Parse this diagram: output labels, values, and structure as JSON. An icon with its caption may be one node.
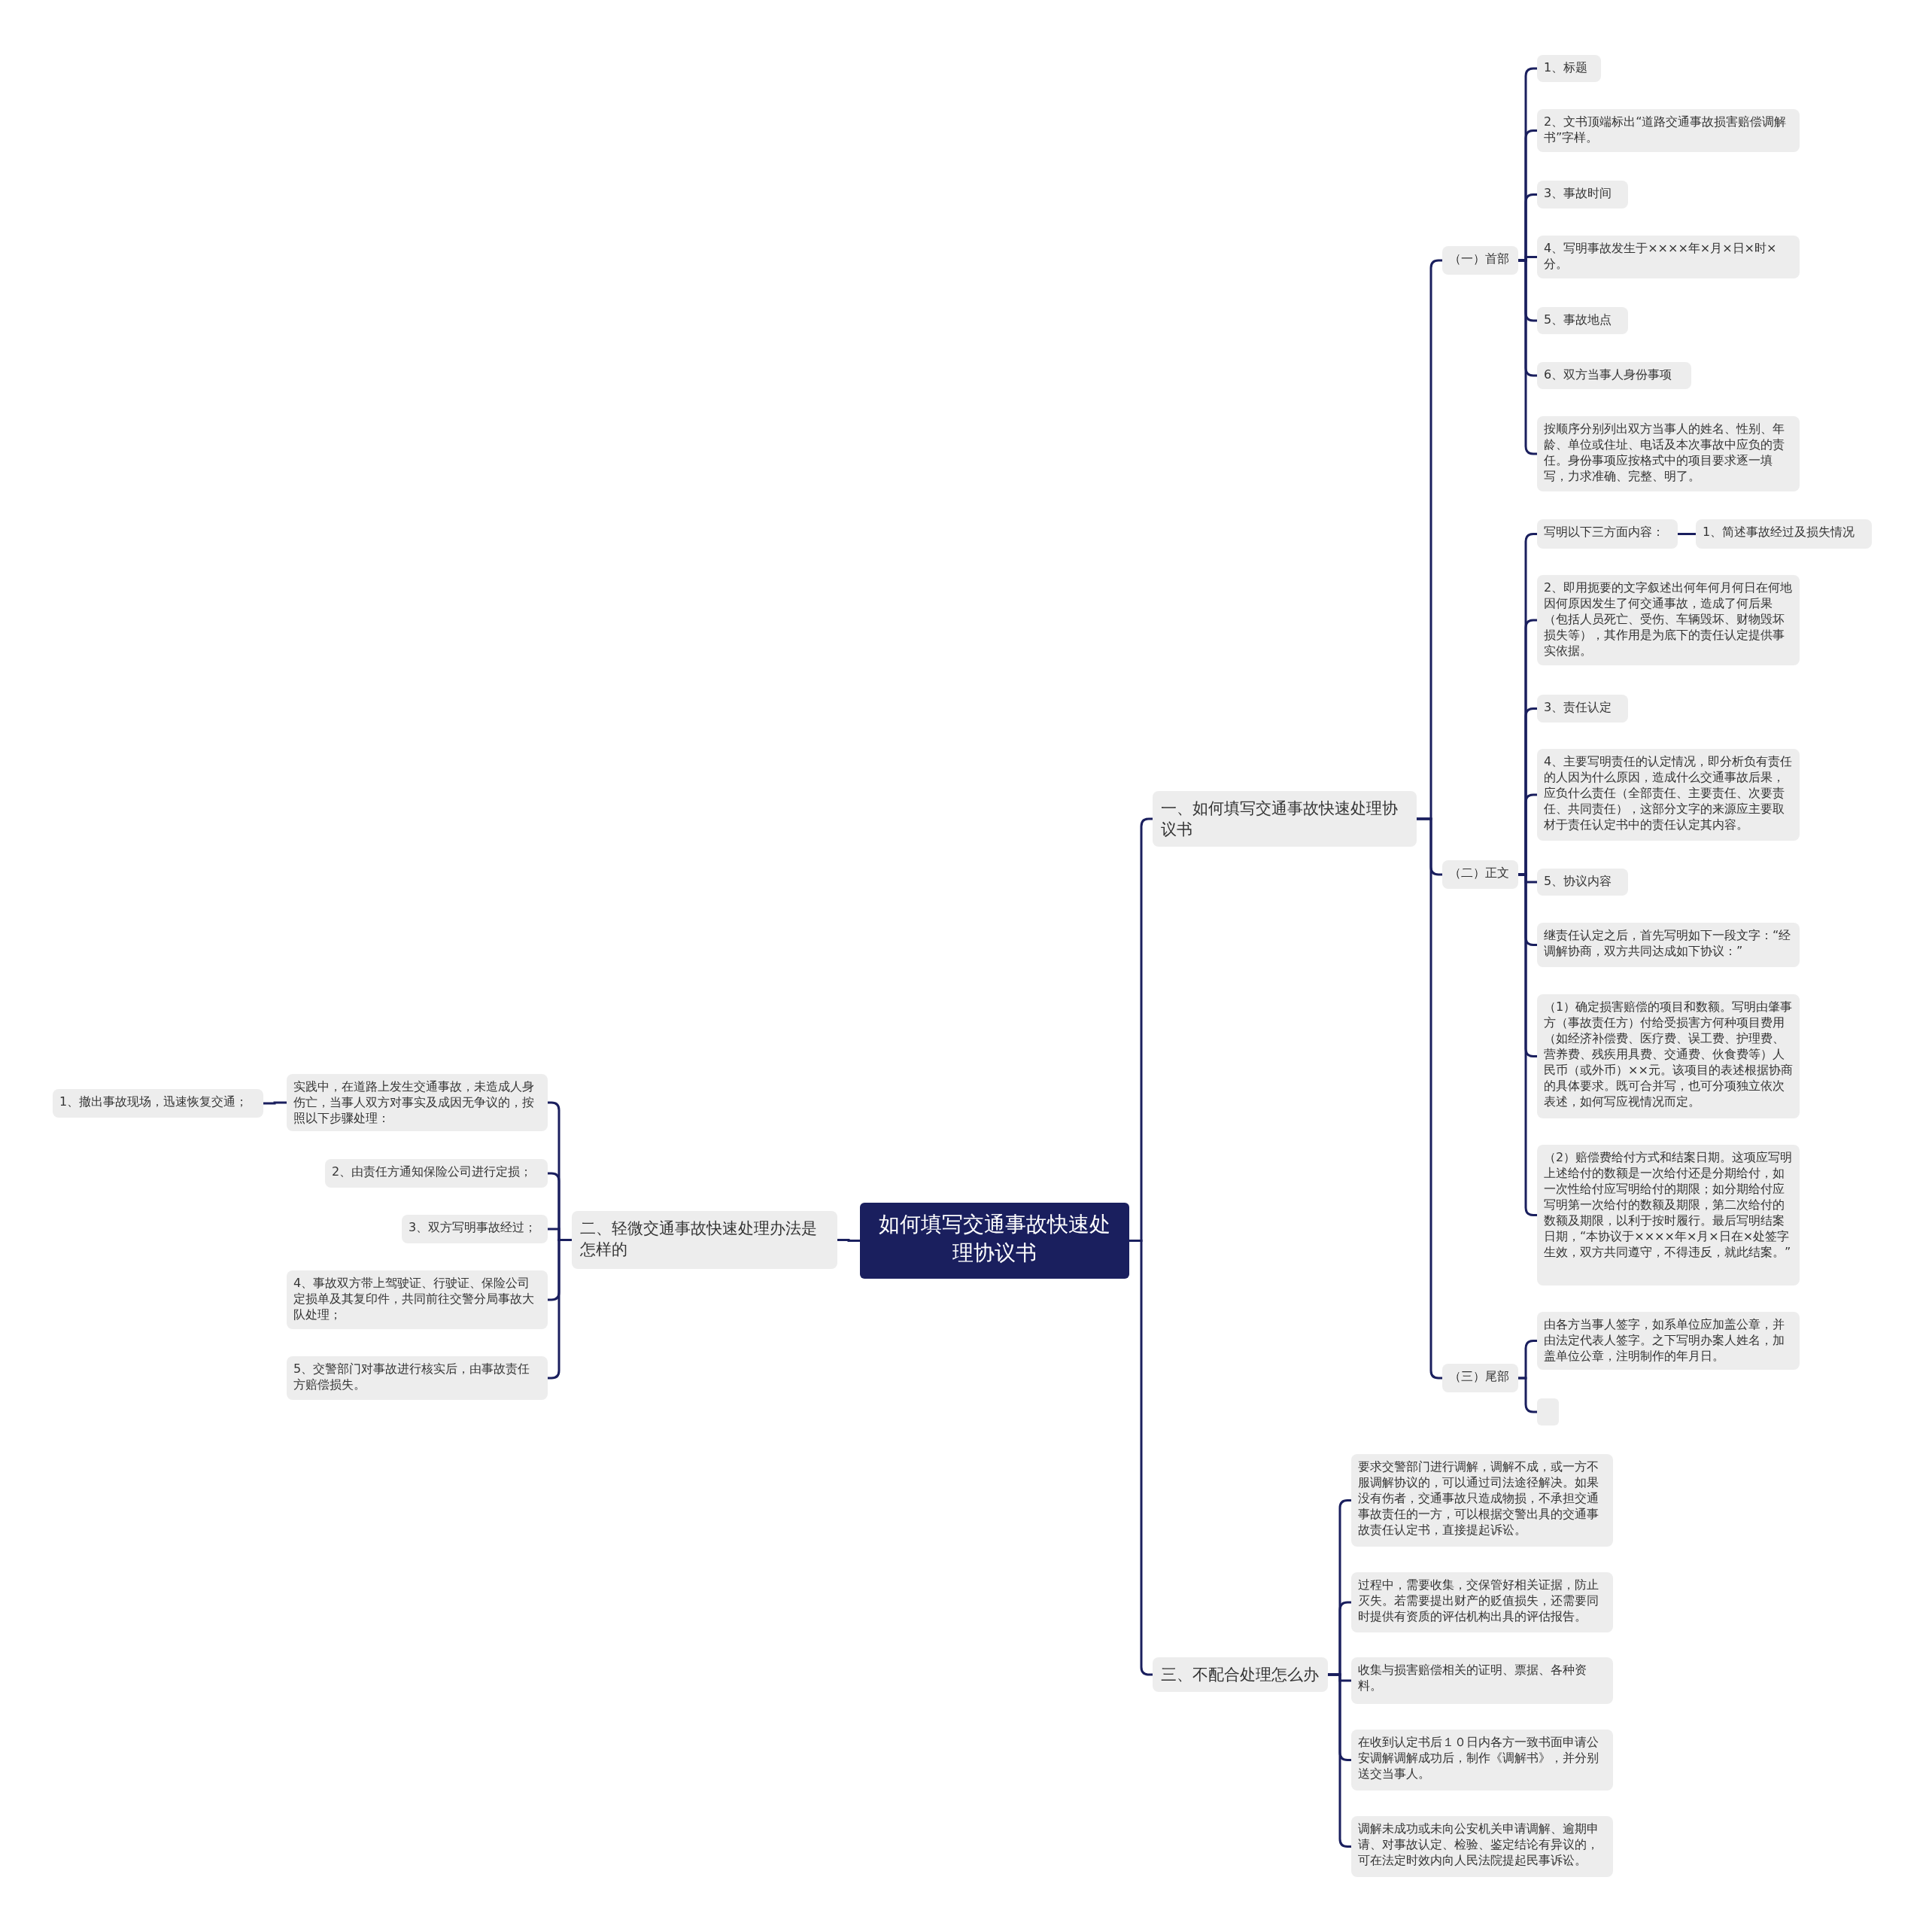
{
  "diagram": {
    "nodes": [
      {
        "text": [
          "如何填写交通事故快速处理协议书"
        ]
      },
      {
        "text": [
          "一、如何填写交通事故快速处理协议书"
        ]
      },
      {
        "text": [
          "（一）首部"
        ]
      },
      {
        "text": [
          "1、标题"
        ]
      },
      {
        "text": [
          "2、文书顶端标出“道路交通事故损害赔偿调解书”字样。"
        ]
      },
      {
        "text": [
          "3、事故时间"
        ]
      },
      {
        "text": [
          "4、写明事故发生于××××年×月×日×时×分。"
        ]
      },
      {
        "text": [
          "5、事故地点"
        ]
      },
      {
        "text": [
          "6、双方当事人身份事项"
        ]
      },
      {
        "text": [
          "按顺序分别列出双方当事人的姓名、性别、年龄、单位或住址、电话及本次事故中应负的责任。身份事项应按格式中的项目要求逐一填写，力求准确、完整、明了。"
        ]
      },
      {
        "text": [
          "（二）正文"
        ]
      },
      {
        "text": [
          "写明以下三方面内容："
        ]
      },
      {
        "text": [
          "1、简述事故经过及损失情况"
        ]
      },
      {
        "text": [
          "2、即用扼要的文字叙述出何年何月何日在何地因何原因发生了何交通事故，造成了何后果（包括人员死亡、受伤、车辆毁坏、财物毁坏损失等），其作用是为底下的责任认定提供事实依据。"
        ]
      },
      {
        "text": [
          "3、责任认定"
        ]
      },
      {
        "text": [
          "4、主要写明责任的认定情况，即分析负有责任的人因为什么原因，造成什么交通事故后果，应负什么责任（全部责任、主要责任、次要责任、共同责任），这部分文字的来源应主要取材于责任认定书中的责任认定其内容。"
        ]
      },
      {
        "text": [
          "5、协议内容"
        ]
      },
      {
        "text": [
          "继责任认定之后，首先写明如下一段文字：“经调解协商，双方共同达成如下协议：”"
        ]
      },
      {
        "text": [
          "（1）确定损害赔偿的项目和数额。写明由肇事方（事故责任方）付给受损害方何种项目费用（如经济补偿费、医疗费、误工费、护理费、营养费、残疾用具费、交通费、伙食费等）人民币（或外币）××元。该项目的表述根据协商的具体要求。既可合并写，也可分项独立依次表述，如何写应视情况而定。"
        ]
      },
      {
        "text": [
          "（2）赔偿费给付方式和结案日期。这项应写明上述给付的数额是一次给付还是分期给付，如一次性给付应写明给付的期限；如分期给付应写明第一次给付的数额及期限，第二次给付的数额及期限，以利于按时履行。最后写明结案日期，“本协议于××××年×月×日在×处签字生效，双方共同遵守，不得违反，就此结案。”"
        ]
      },
      {
        "text": [
          "（三）尾部"
        ]
      },
      {
        "text": [
          "由各方当事人签字，如系单位应加盖公章，并由法定代表人签字。之下写明办案人姓名，加盖单位公章，注明制作的年月日。"
        ]
      },
      {
        "text": [],
        "shape": "box"
      },
      {
        "text": [
          "三、不配合处理怎么办"
        ]
      },
      {
        "text": [
          "要求交警部门进行调解，调解不成，或一方不服调解协议的，可以通过司法途径解决。如果没有伤者，交通事故只造成物损，不承担交通事故责任的一方，可以根据交警出具的交通事故责任认定书，直接提起诉讼。"
        ]
      },
      {
        "text": [
          "过程中，需要收集，交保管好相关证据，防止灭失。若需要提出财产的贬值损失，还需要同时提供有资质的评估机构出具的评估报告。"
        ]
      },
      {
        "text": [
          "收集与损害赔偿相关的证明、票据、各种资料。"
        ]
      },
      {
        "text": [
          "在收到认定书后１０日内各方一致书面申请公安调解调解成功后，制作《调解书》，并分别送交当事人。"
        ]
      },
      {
        "text": [
          "调解未成功或未向公安机关申请调解、逾期申请、对事故认定、检验、鉴定结论有异议的，可在法定时效内向人民法院提起民事诉讼。"
        ]
      },
      {
        "text": [
          "二、轻微交通事故快速处理办法是怎样的"
        ]
      },
      {
        "text": [
          "实践中，在道路上发生交通事故，未造成人身伤亡，当事人双方对事实及成因无争议的，按照以下步骤处理："
        ]
      },
      {
        "text": [
          "1、撤出事故现场，迅速恢复交通；"
        ]
      },
      {
        "text": [
          "2、由责任方通知保险公司进行定损；"
        ]
      },
      {
        "text": [
          "3、双方写明事故经过；"
        ]
      },
      {
        "text": [
          "4、事故双方带上驾驶证、行驶证、保险公司定损单及其复印件，共同前往交警分局事故大队处理；"
        ]
      },
      {
        "text": [
          "5、交警部门对事故进行核实后，由事故责任方赔偿损失。"
        ]
      }
    ],
    "edges": [
      {
        "from": 0,
        "to": 1,
        "arrow": "none"
      },
      {
        "from": 1,
        "to": 2,
        "arrow": "none"
      },
      {
        "from": 2,
        "to": 3,
        "arrow": "none"
      },
      {
        "from": 2,
        "to": 4,
        "arrow": "none"
      },
      {
        "from": 2,
        "to": 5,
        "arrow": "none"
      },
      {
        "from": 2,
        "to": 6,
        "arrow": "none"
      },
      {
        "from": 2,
        "to": 7,
        "arrow": "none"
      },
      {
        "from": 2,
        "to": 8,
        "arrow": "none"
      },
      {
        "from": 2,
        "to": 9,
        "arrow": "none"
      },
      {
        "from": 1,
        "to": 10,
        "arrow": "none"
      },
      {
        "from": 10,
        "to": 11,
        "arrow": "none"
      },
      {
        "from": 11,
        "to": 12,
        "arrow": "none"
      },
      {
        "from": 10,
        "to": 13,
        "arrow": "none"
      },
      {
        "from": 10,
        "to": 14,
        "arrow": "none"
      },
      {
        "from": 10,
        "to": 15,
        "arrow": "none"
      },
      {
        "from": 10,
        "to": 16,
        "arrow": "none"
      },
      {
        "from": 10,
        "to": 17,
        "arrow": "none"
      },
      {
        "from": 10,
        "to": 18,
        "arrow": "none"
      },
      {
        "from": 10,
        "to": 19,
        "arrow": "none"
      },
      {
        "from": 1,
        "to": 20,
        "arrow": "none"
      },
      {
        "from": 20,
        "to": 21,
        "arrow": "none"
      },
      {
        "from": 20,
        "to": 22,
        "arrow": "none"
      },
      {
        "from": 0,
        "to": 23,
        "arrow": "none"
      },
      {
        "from": 23,
        "to": 24,
        "arrow": "none"
      },
      {
        "from": 23,
        "to": 25,
        "arrow": "none"
      },
      {
        "from": 23,
        "to": 26,
        "arrow": "none"
      },
      {
        "from": 23,
        "to": 27,
        "arrow": "none"
      },
      {
        "from": 23,
        "to": 28,
        "arrow": "none"
      },
      {
        "from": 0,
        "to": 29,
        "arrow": "none"
      },
      {
        "from": 29,
        "to": 30,
        "arrow": "none"
      },
      {
        "from": 30,
        "to": 31,
        "arrow": "none"
      },
      {
        "from": 29,
        "to": 32,
        "arrow": "none"
      },
      {
        "from": 29,
        "to": 33,
        "arrow": "none"
      },
      {
        "from": 29,
        "to": 34,
        "arrow": "none"
      },
      {
        "from": 29,
        "to": 35,
        "arrow": "none"
      }
    ]
  }
}
